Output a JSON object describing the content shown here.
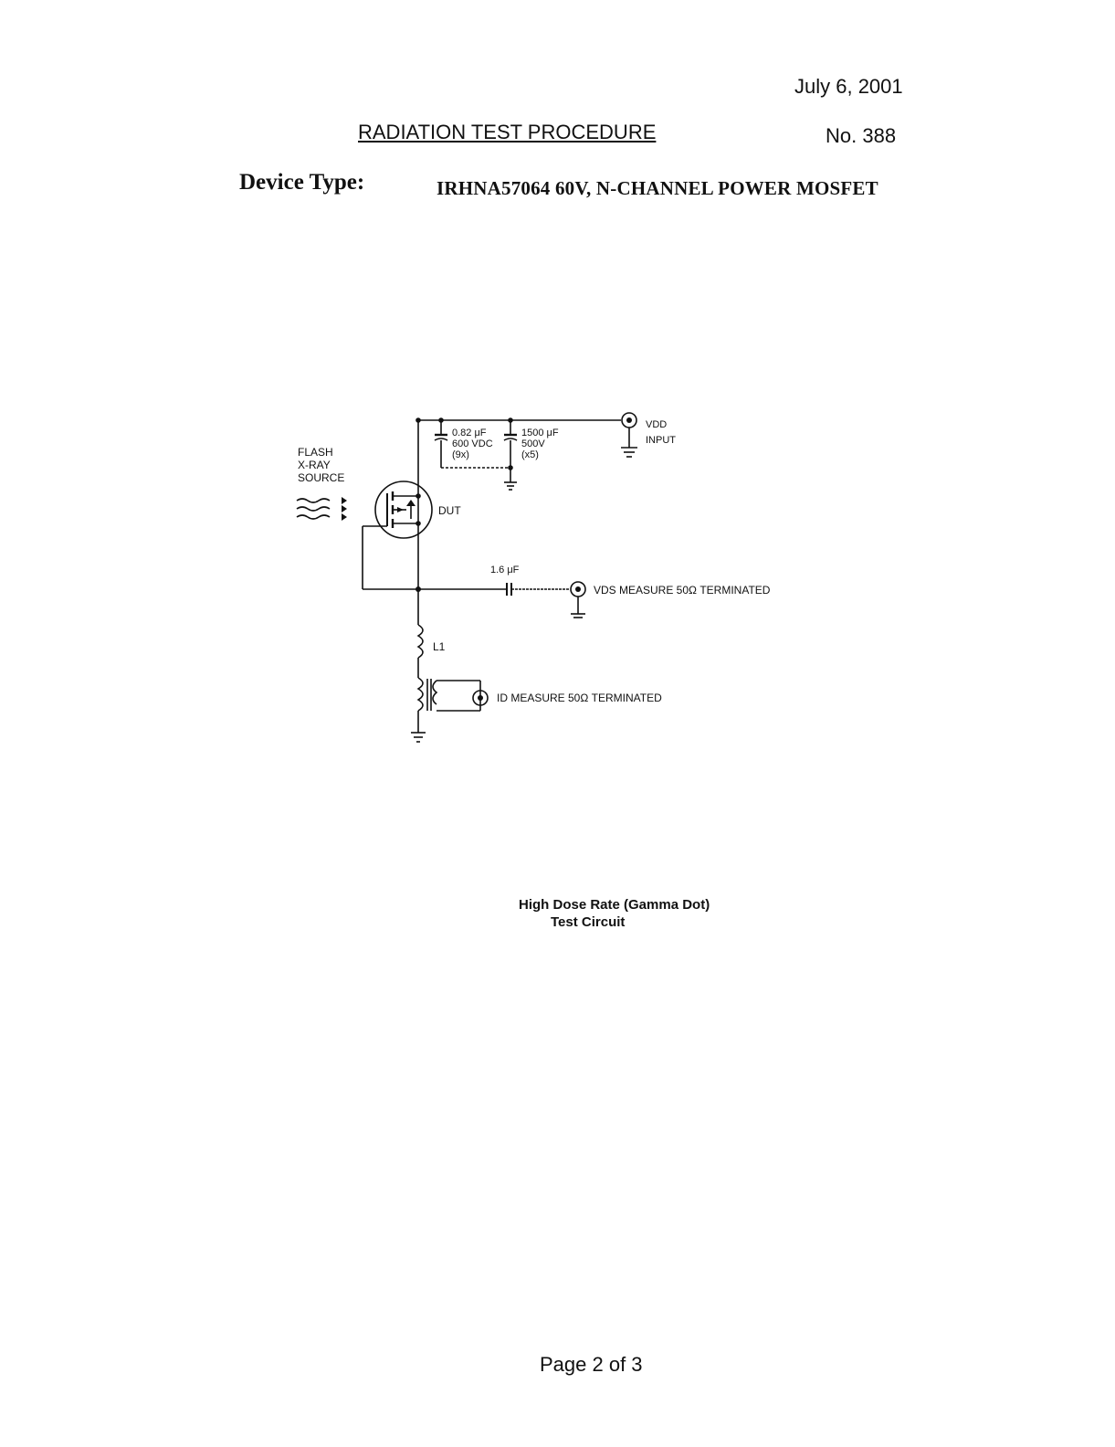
{
  "header": {
    "date": "July 6, 2001",
    "procedure_title": "RADIATION TEST PROCEDURE",
    "procedure_number": "No.  388"
  },
  "device": {
    "label": "Device Type:",
    "value": "IRHNA57064 60V, N-CHANNEL POWER MOSFET"
  },
  "circuit": {
    "source_label_1": "FLASH",
    "source_label_2": "X-RAY",
    "source_label_3": "SOURCE",
    "cap1_value": "0.82 μF",
    "cap1_rating": "600 VDC",
    "cap1_count": "(9x)",
    "cap2_value": "1500 μF",
    "cap2_rating": "500V",
    "cap2_count": "(x5)",
    "vdd_label": "VDD",
    "vdd_sub": "INPUT",
    "dut_label": "DUT",
    "cap3_value": "1.6 μF",
    "vds_label": "VDS MEASURE 50Ω TERMINATED",
    "inductor_label": "L1",
    "id_label": "ID MEASURE 50Ω TERMINATED"
  },
  "caption": {
    "line1": "High Dose Rate (Gamma Dot)",
    "line2": "Test Circuit"
  },
  "footer": {
    "page": "Page 2 of 3"
  }
}
